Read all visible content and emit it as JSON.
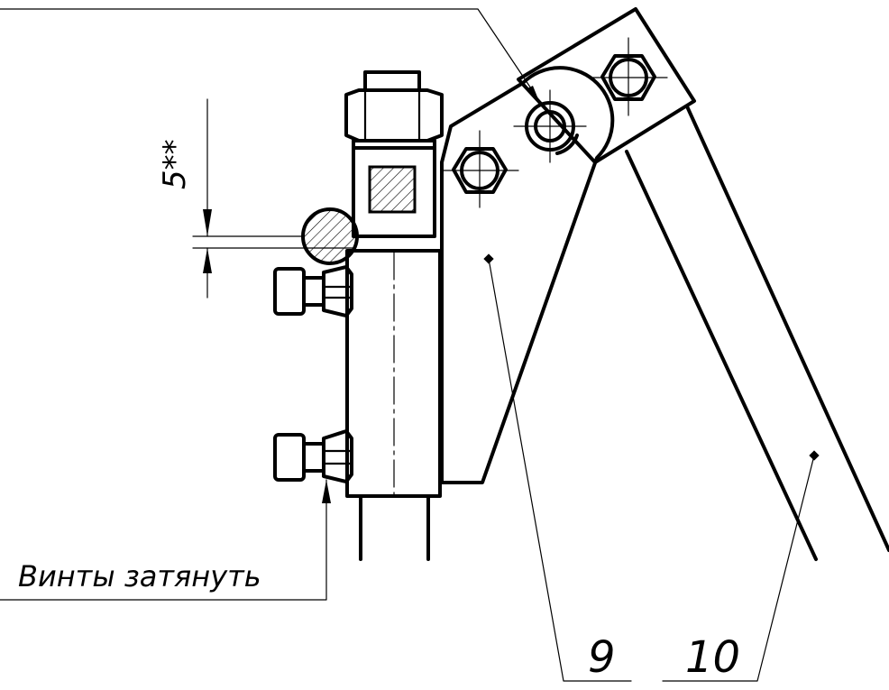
{
  "drawing": {
    "dimension_label": "5**",
    "callout_label": "Винты затянуть",
    "part_labels": [
      "9",
      "10"
    ],
    "colors": {
      "line": "#000000",
      "background": "#ffffff"
    }
  }
}
